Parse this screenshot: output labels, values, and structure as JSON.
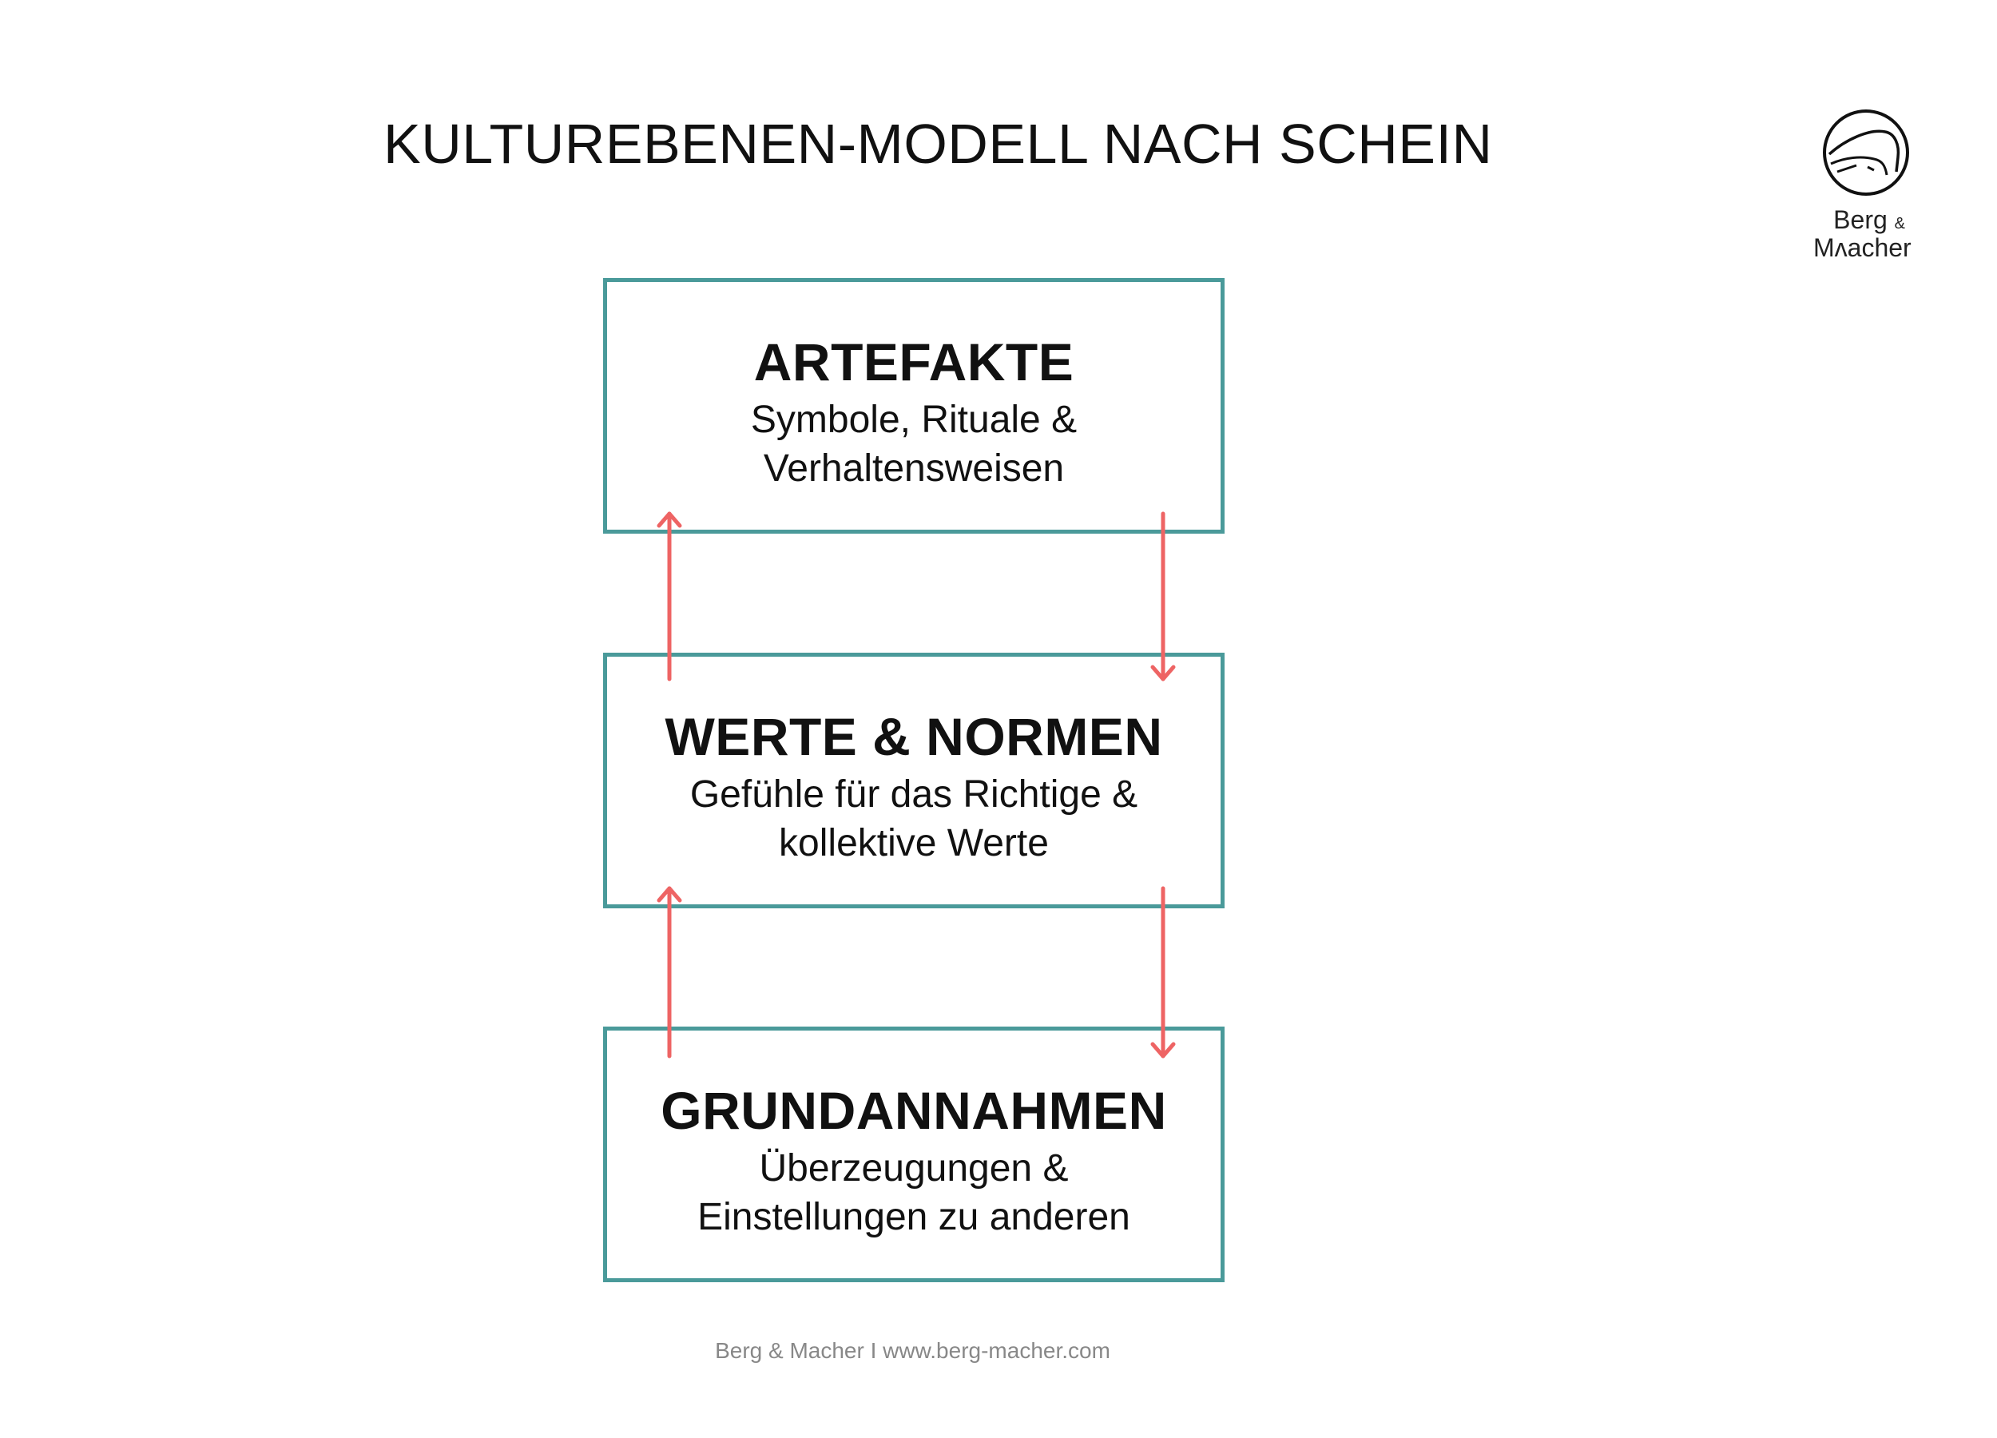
{
  "title": "KULTUREBENEN-MODELL NACH SCHEIN",
  "logo": {
    "line1": "Berg",
    "amp": "&",
    "line2": "Mʌacher"
  },
  "levels": [
    {
      "heading": "ARTEFAKTE",
      "line1": "Symbole, Rituale &",
      "line2": "Verhaltensweisen"
    },
    {
      "heading": "WERTE & NORMEN",
      "line1": "Gefühle für das Richtige &",
      "line2": "kollektive Werte"
    },
    {
      "heading": "GRUNDANNAHMEN",
      "line1": "Überzeugungen &",
      "line2": "Einstellungen zu anderen"
    }
  ],
  "footer": "Berg & Macher I www.berg-macher.com",
  "colors": {
    "box_border": "#4a9a9a",
    "arrow": "#ee6464",
    "text": "#111111",
    "footer": "#888888"
  },
  "icons": {
    "logo": "mountain-circle-icon"
  }
}
